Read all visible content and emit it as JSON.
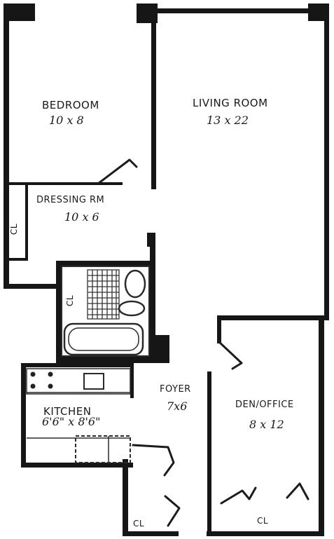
{
  "rooms": {
    "bedroom": {
      "name": "BEDROOM",
      "size": "10 x 8"
    },
    "living_room": {
      "name": "LIVING ROOM",
      "size": "13 x 22"
    },
    "dressing_rm": {
      "name": "DRESSING RM",
      "size": "10 x 6"
    },
    "kitchen": {
      "name": "KITCHEN",
      "size": "6'6\" x 8'6\""
    },
    "foyer": {
      "name": "FOYER",
      "size": "7x6"
    },
    "den_office": {
      "name": "DEN/OFFICE",
      "size": "8 x 12"
    }
  },
  "closets": {
    "dressing_closet": "CL",
    "bath_closet": "CL",
    "foyer_closet": "CL",
    "den_closet": "CL"
  }
}
